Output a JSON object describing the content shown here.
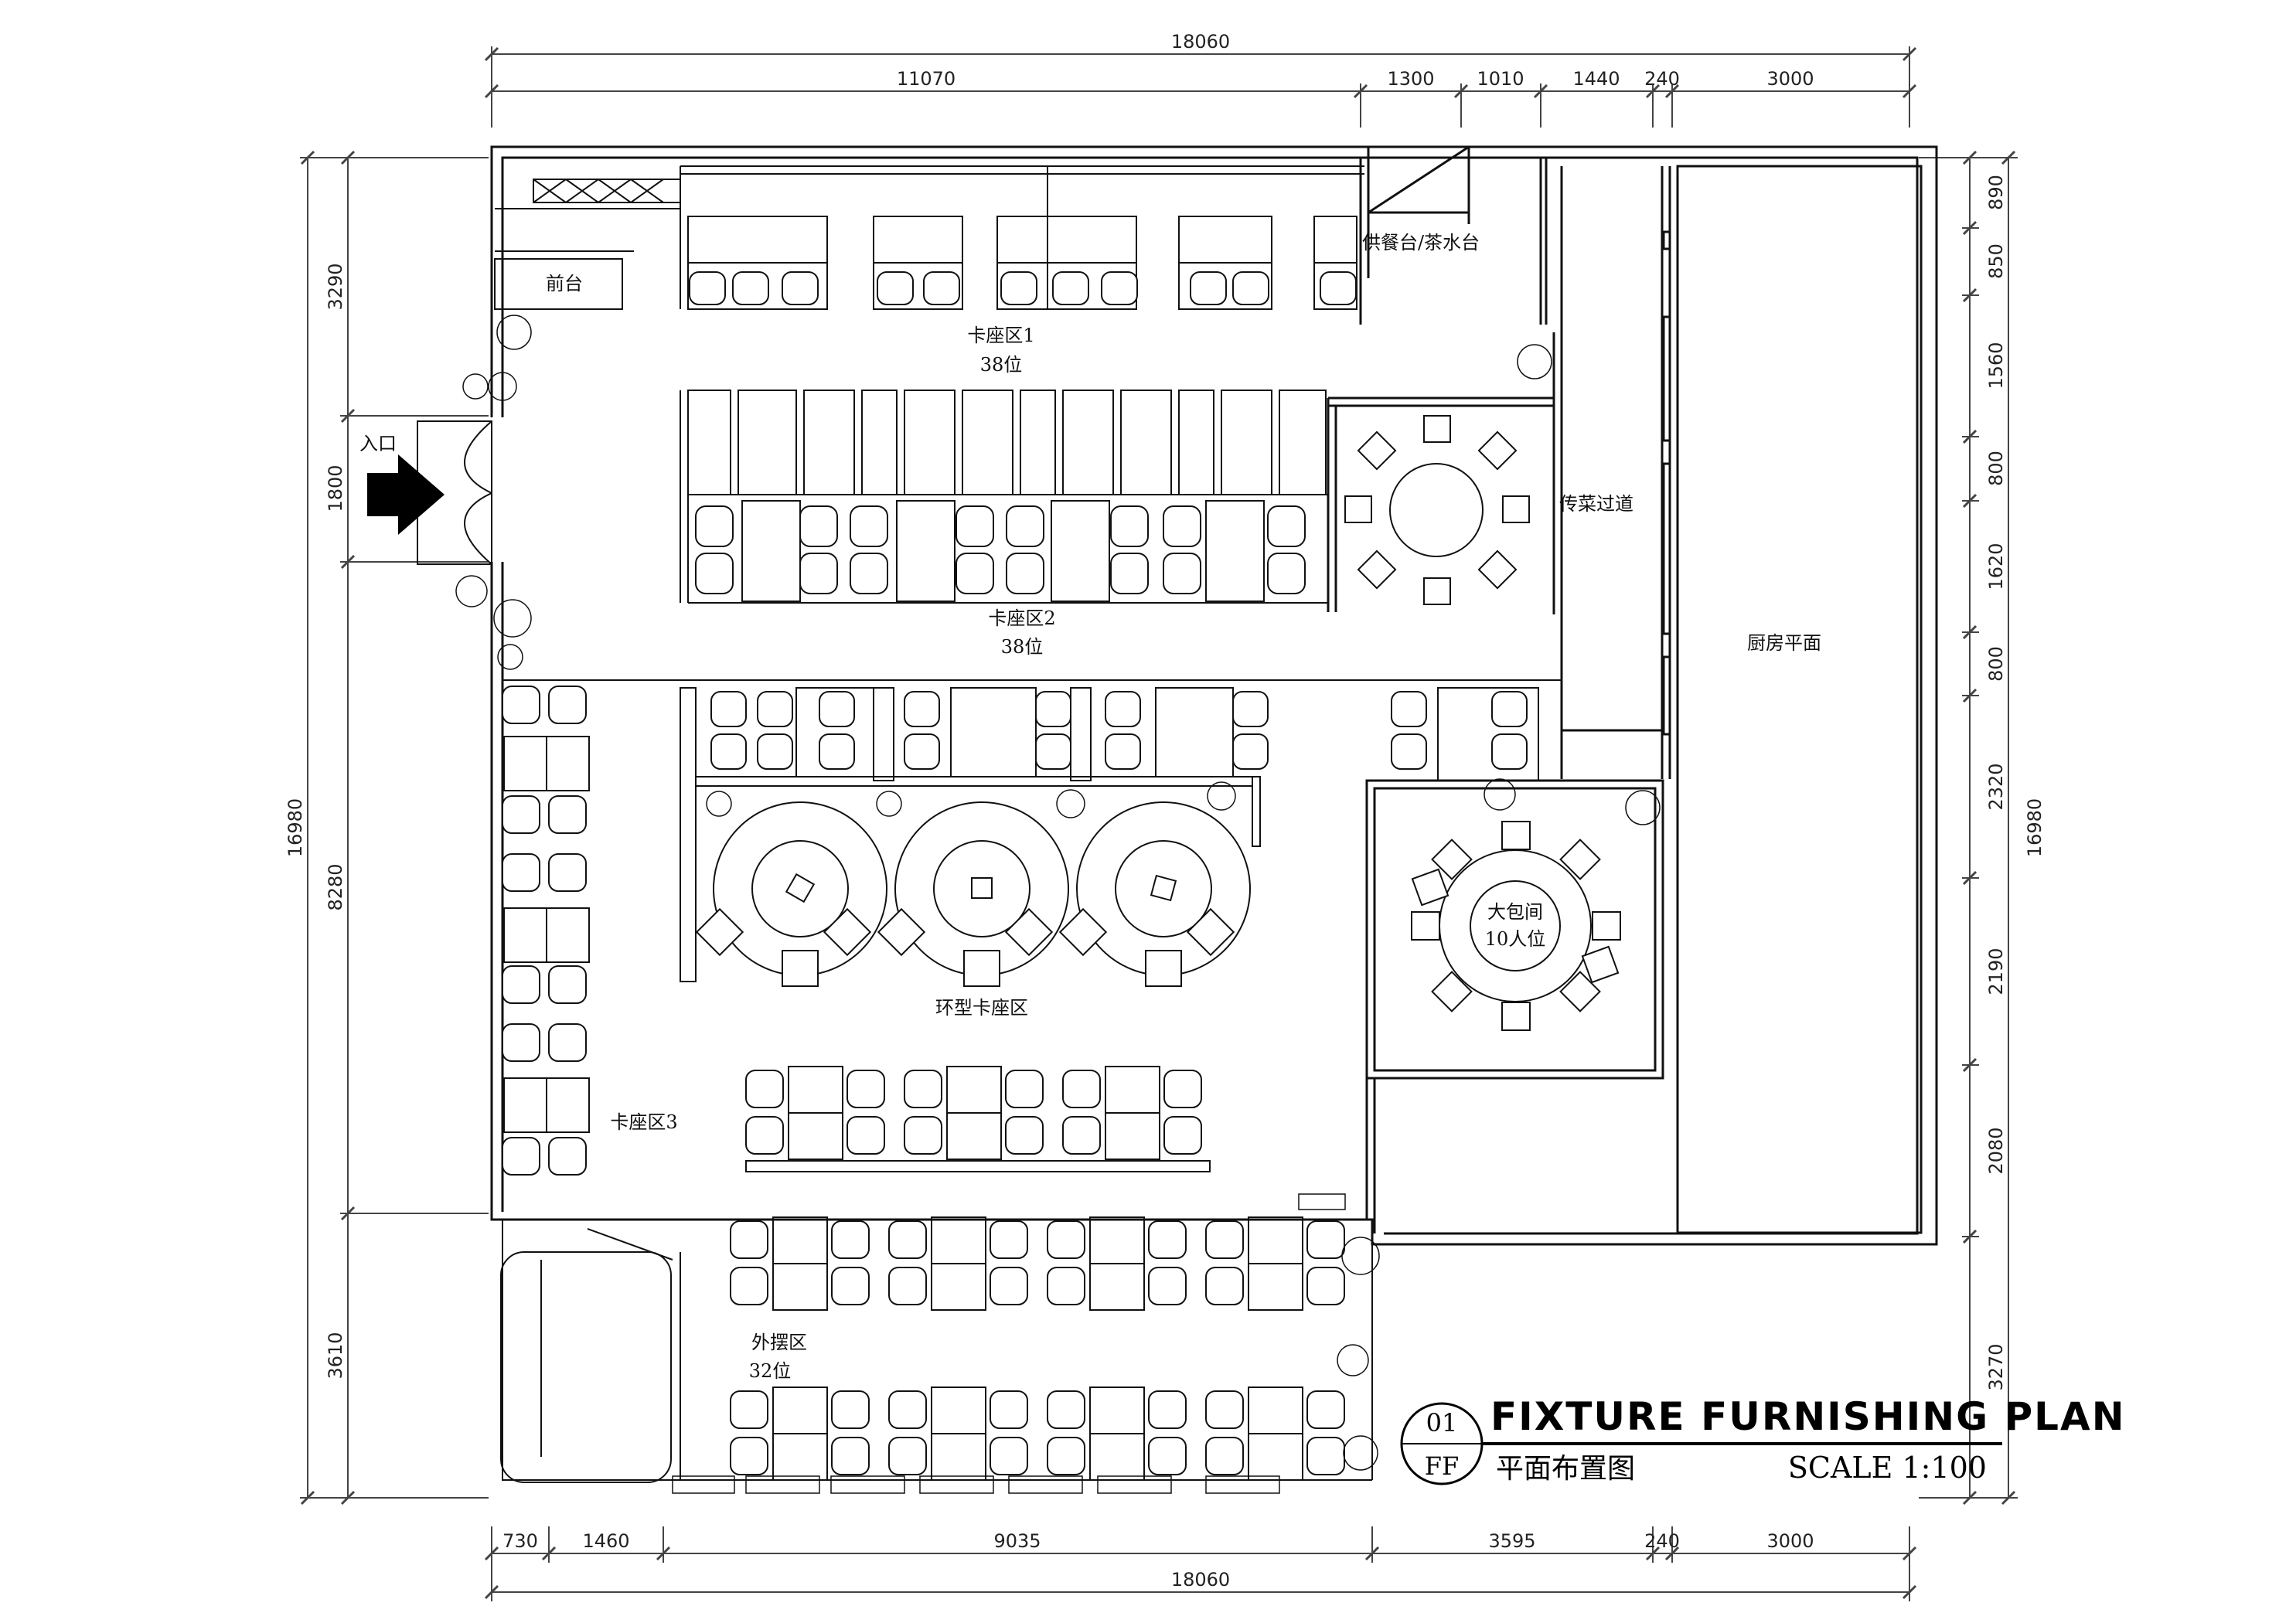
{
  "title_block": {
    "number": "01",
    "code": "FF",
    "title": "FIXTURE FURNISHING PLAN",
    "subtitle": "平面布置图",
    "scale": "SCALE 1:100"
  },
  "labels": {
    "reception": "前台",
    "entrance": "入口",
    "booth1": "卡座区1",
    "booth1_seats": "38位",
    "booth2": "卡座区2",
    "booth2_seats": "38位",
    "ring_booth": "环型卡座区",
    "booth3": "卡座区3",
    "outdoor": "外摆区",
    "outdoor_seats": "32位",
    "serving_passage": "传菜过道",
    "kitchen": "厨房平面",
    "private_room": "大包间",
    "private_room_seats": "10人位",
    "tea_station": "供餐台/茶水台"
  },
  "dimensions": {
    "top_total": "18060",
    "top_segments": [
      "11070",
      "1300",
      "1010",
      "1440",
      "240",
      "3000"
    ],
    "bottom_segments": [
      "730",
      "1460",
      "9035",
      "3595",
      "240",
      "3000"
    ],
    "bottom_total": "18060",
    "left_total": "16980",
    "left_segments": [
      "3290",
      "1800",
      "8280",
      "3610"
    ],
    "right_total": "16980",
    "right_segments": [
      "890",
      "850",
      "1560",
      "800",
      "1620",
      "800",
      "2320",
      "2190",
      "2080",
      "3270"
    ]
  }
}
